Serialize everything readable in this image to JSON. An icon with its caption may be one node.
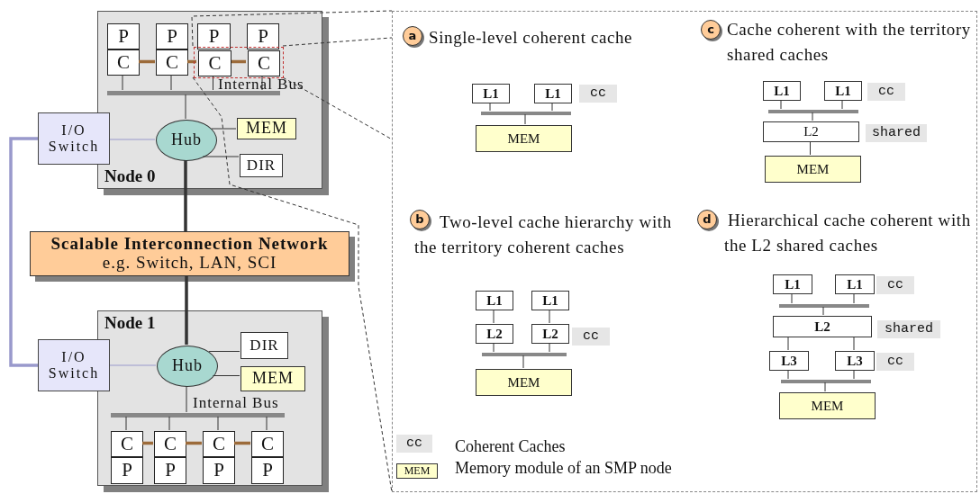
{
  "diagram": {
    "nodes": [
      {
        "text": [
          "Node 0"
        ]
      },
      {
        "text": [
          "P"
        ],
        "in": 0
      },
      {
        "text": [
          "P"
        ],
        "in": 0
      },
      {
        "text": [
          "P"
        ],
        "in": 0
      },
      {
        "text": [
          "P"
        ],
        "in": 0
      },
      {
        "text": [
          "C"
        ],
        "in": 0
      },
      {
        "text": [
          "C"
        ],
        "in": 0
      },
      {
        "text": [
          "C"
        ],
        "in": 30
      },
      {
        "text": [
          "C"
        ],
        "in": 30
      },
      {
        "text": [],
        "shape": "bar",
        "in": 0
      },
      {
        "text": [
          "I/O Switch"
        ]
      },
      {
        "text": [
          "Hub"
        ],
        "in": 0
      },
      {
        "text": [
          "MEM"
        ],
        "in": 0
      },
      {
        "text": [
          "DIR"
        ],
        "in": 0
      },
      {
        "text": [
          "Scalable Interconnection Network",
          "e.g. Switch, LAN, SCI"
        ]
      },
      {
        "text": [
          "Node 1"
        ]
      },
      {
        "text": [
          "I/O Switch"
        ]
      },
      {
        "text": [
          "Hub"
        ],
        "in": 15
      },
      {
        "text": [
          "DIR"
        ],
        "in": 15
      },
      {
        "text": [
          "MEM"
        ],
        "in": 15
      },
      {
        "text": [],
        "shape": "bar",
        "in": 15
      },
      {
        "text": [
          "C"
        ],
        "in": 15
      },
      {
        "text": [
          "C"
        ],
        "in": 15
      },
      {
        "text": [
          "C"
        ],
        "in": 15
      },
      {
        "text": [
          "C"
        ],
        "in": 15
      },
      {
        "text": [
          "P"
        ],
        "in": 15
      },
      {
        "text": [
          "P"
        ],
        "in": 15
      },
      {
        "text": [
          "P"
        ],
        "in": 15
      },
      {
        "text": [
          "P"
        ],
        "in": 15
      },
      {
        "text": [],
        "shape": "box"
      },
      {
        "text": [],
        "shape": "box",
        "in": 0
      },
      {
        "text": [
          "a"
        ],
        "in": 29,
        "beside": [
          "Single-level coherent cache"
        ]
      },
      {
        "text": [
          "L1"
        ],
        "in": 29
      },
      {
        "text": [
          "L1"
        ],
        "in": 29
      },
      {
        "text": [
          "cc"
        ],
        "in": 29
      },
      {
        "text": [],
        "shape": "bar",
        "in": 29
      },
      {
        "text": [
          "MEM"
        ],
        "in": 29
      },
      {
        "text": [
          "c"
        ],
        "in": 29,
        "beside": [
          "Cache coherent with the territory shared caches"
        ]
      },
      {
        "text": [
          "L1"
        ],
        "in": 29
      },
      {
        "text": [
          "L1"
        ],
        "in": 29
      },
      {
        "text": [
          "cc"
        ],
        "in": 29
      },
      {
        "text": [],
        "shape": "bar",
        "in": 29
      },
      {
        "text": [
          "L2"
        ],
        "in": 29
      },
      {
        "text": [
          "shared"
        ],
        "in": 29
      },
      {
        "text": [
          "MEM"
        ],
        "in": 29
      },
      {
        "text": [
          "b"
        ],
        "in": 29,
        "beside": [
          "Two-level cache hierarchy with the territory coherent caches"
        ]
      },
      {
        "text": [
          "L1"
        ],
        "in": 29
      },
      {
        "text": [
          "L1"
        ],
        "in": 29
      },
      {
        "text": [
          "L2"
        ],
        "in": 29
      },
      {
        "text": [
          "L2"
        ],
        "in": 29
      },
      {
        "text": [
          "cc"
        ],
        "in": 29
      },
      {
        "text": [],
        "shape": "bar",
        "in": 29
      },
      {
        "text": [
          "MEM"
        ],
        "in": 29
      },
      {
        "text": [
          "d"
        ],
        "in": 29,
        "beside": [
          "Hierarchical cache coherent with the L2 shared caches"
        ]
      },
      {
        "text": [
          "L1"
        ],
        "in": 29
      },
      {
        "text": [
          "L1"
        ],
        "in": 29
      },
      {
        "text": [
          "cc"
        ],
        "in": 29
      },
      {
        "text": [],
        "shape": "bar",
        "in": 29
      },
      {
        "text": [
          "L2"
        ],
        "in": 29
      },
      {
        "text": [
          "shared"
        ],
        "in": 29
      },
      {
        "text": [
          "L3"
        ],
        "in": 29
      },
      {
        "text": [
          "L3"
        ],
        "in": 29
      },
      {
        "text": [
          "cc"
        ],
        "in": 29
      },
      {
        "text": [],
        "shape": "bar",
        "in": 29
      },
      {
        "text": [
          "MEM"
        ],
        "in": 29
      }
    ],
    "edges": [
      {
        "from": 5,
        "to": 6,
        "arrow": "none",
        "style": "thick",
        "color": "#9c6b3a"
      },
      {
        "from": 6,
        "to": 7,
        "arrow": "none",
        "style": "thick",
        "color": "#9c6b3a"
      },
      {
        "from": 7,
        "to": 8,
        "arrow": "none",
        "style": "thick",
        "color": "#9c6b3a"
      },
      {
        "from": 5,
        "to": 9,
        "arrow": "none"
      },
      {
        "from": 6,
        "to": 9,
        "arrow": "none"
      },
      {
        "from": 7,
        "to": 9,
        "arrow": "none"
      },
      {
        "from": 8,
        "to": 9,
        "arrow": "none"
      },
      {
        "from": 9,
        "to": 11,
        "arrow": "none"
      },
      {
        "from": 10,
        "to": 11,
        "arrow": "none",
        "color": "#9999cc"
      },
      {
        "from": 11,
        "to": 12,
        "arrow": "none"
      },
      {
        "from": 11,
        "to": 13,
        "arrow": "none"
      },
      {
        "from": 11,
        "to": 14,
        "arrow": "none",
        "style": "thick"
      },
      {
        "from": 14,
        "to": 17,
        "arrow": "none",
        "style": "thick"
      },
      {
        "from": 10,
        "to": 16,
        "arrow": "none",
        "style": "thick",
        "color": "#9999cc"
      },
      {
        "from": 16,
        "to": 17,
        "arrow": "none",
        "color": "#9999cc"
      },
      {
        "from": 17,
        "to": 18,
        "arrow": "none"
      },
      {
        "from": 17,
        "to": 19,
        "arrow": "none"
      },
      {
        "from": 17,
        "to": 20,
        "arrow": "none"
      },
      {
        "from": 20,
        "to": 21,
        "arrow": "none"
      },
      {
        "from": 20,
        "to": 22,
        "arrow": "none"
      },
      {
        "from": 20,
        "to": 23,
        "arrow": "none"
      },
      {
        "from": 20,
        "to": 24,
        "arrow": "none"
      },
      {
        "from": 21,
        "to": 22,
        "arrow": "none",
        "style": "thick",
        "color": "#9c6b3a"
      },
      {
        "from": 22,
        "to": 23,
        "arrow": "none",
        "style": "thick",
        "color": "#9c6b3a"
      },
      {
        "from": 23,
        "to": 24,
        "arrow": "none",
        "style": "thick",
        "color": "#9c6b3a"
      },
      {
        "from": 30,
        "to": 29,
        "arrow": "none",
        "style": "dashed"
      },
      {
        "from": 30,
        "to": 29,
        "arrow": "none",
        "style": "dashed"
      },
      {
        "from": 30,
        "to": 29,
        "arrow": "none",
        "style": "dashed"
      },
      {
        "from": 30,
        "to": 29,
        "arrow": "none",
        "style": "dashed"
      },
      {
        "from": 32,
        "to": 35,
        "arrow": "none"
      },
      {
        "from": 33,
        "to": 35,
        "arrow": "none"
      },
      {
        "from": 35,
        "to": 36,
        "arrow": "none"
      },
      {
        "from": 38,
        "to": 41,
        "arrow": "none"
      },
      {
        "from": 39,
        "to": 41,
        "arrow": "none"
      },
      {
        "from": 41,
        "to": 42,
        "arrow": "none"
      },
      {
        "from": 42,
        "to": 44,
        "arrow": "none"
      },
      {
        "from": 46,
        "to": 48,
        "arrow": "none"
      },
      {
        "from": 47,
        "to": 49,
        "arrow": "none"
      },
      {
        "from": 48,
        "to": 51,
        "arrow": "none"
      },
      {
        "from": 49,
        "to": 51,
        "arrow": "none"
      },
      {
        "from": 51,
        "to": 52,
        "arrow": "none"
      },
      {
        "from": 54,
        "to": 57,
        "arrow": "none"
      },
      {
        "from": 55,
        "to": 57,
        "arrow": "none"
      },
      {
        "from": 57,
        "to": 58,
        "arrow": "none"
      },
      {
        "from": 58,
        "to": 60,
        "arrow": "none"
      },
      {
        "from": 58,
        "to": 61,
        "arrow": "none"
      },
      {
        "from": 60,
        "to": 63,
        "arrow": "none"
      },
      {
        "from": 61,
        "to": 63,
        "arrow": "none"
      },
      {
        "from": 63,
        "to": 64,
        "arrow": "none"
      }
    ],
    "labels": [
      "Internal Bus",
      "Internal Bus",
      "cc",
      "MEM"
    ],
    "legend": [
      {
        "text": "Coherent Caches",
        "color": "#e6e6e6"
      },
      {
        "text": "Memory module of an SMP node",
        "color": "#ffffcc"
      }
    ]
  }
}
